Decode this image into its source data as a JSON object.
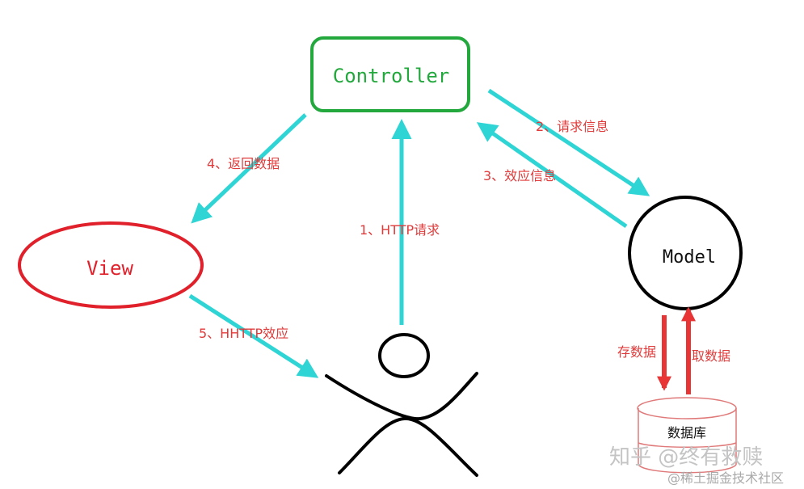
{
  "nodes": {
    "controller": "Controller",
    "view": "View",
    "model": "Model",
    "database": "数据库"
  },
  "edges": {
    "http_request": "1、HTTP请求",
    "request_info": "2、请求信息",
    "response_info": "3、效应信息",
    "return_data": "4、返回数据",
    "http_response": "5、HHTTP效应",
    "store_data": "存数据",
    "fetch_data": "取数据"
  },
  "watermarks": {
    "zhihu": "知乎 @终有救赎",
    "juejin": "@稀土掘金技术社区"
  },
  "colors": {
    "controller": "#22a83c",
    "view": "#e0202a",
    "model": "#000000",
    "arrow": "#2fd4d4",
    "db_arrow": "#e83434",
    "label": "#e03a3a"
  }
}
